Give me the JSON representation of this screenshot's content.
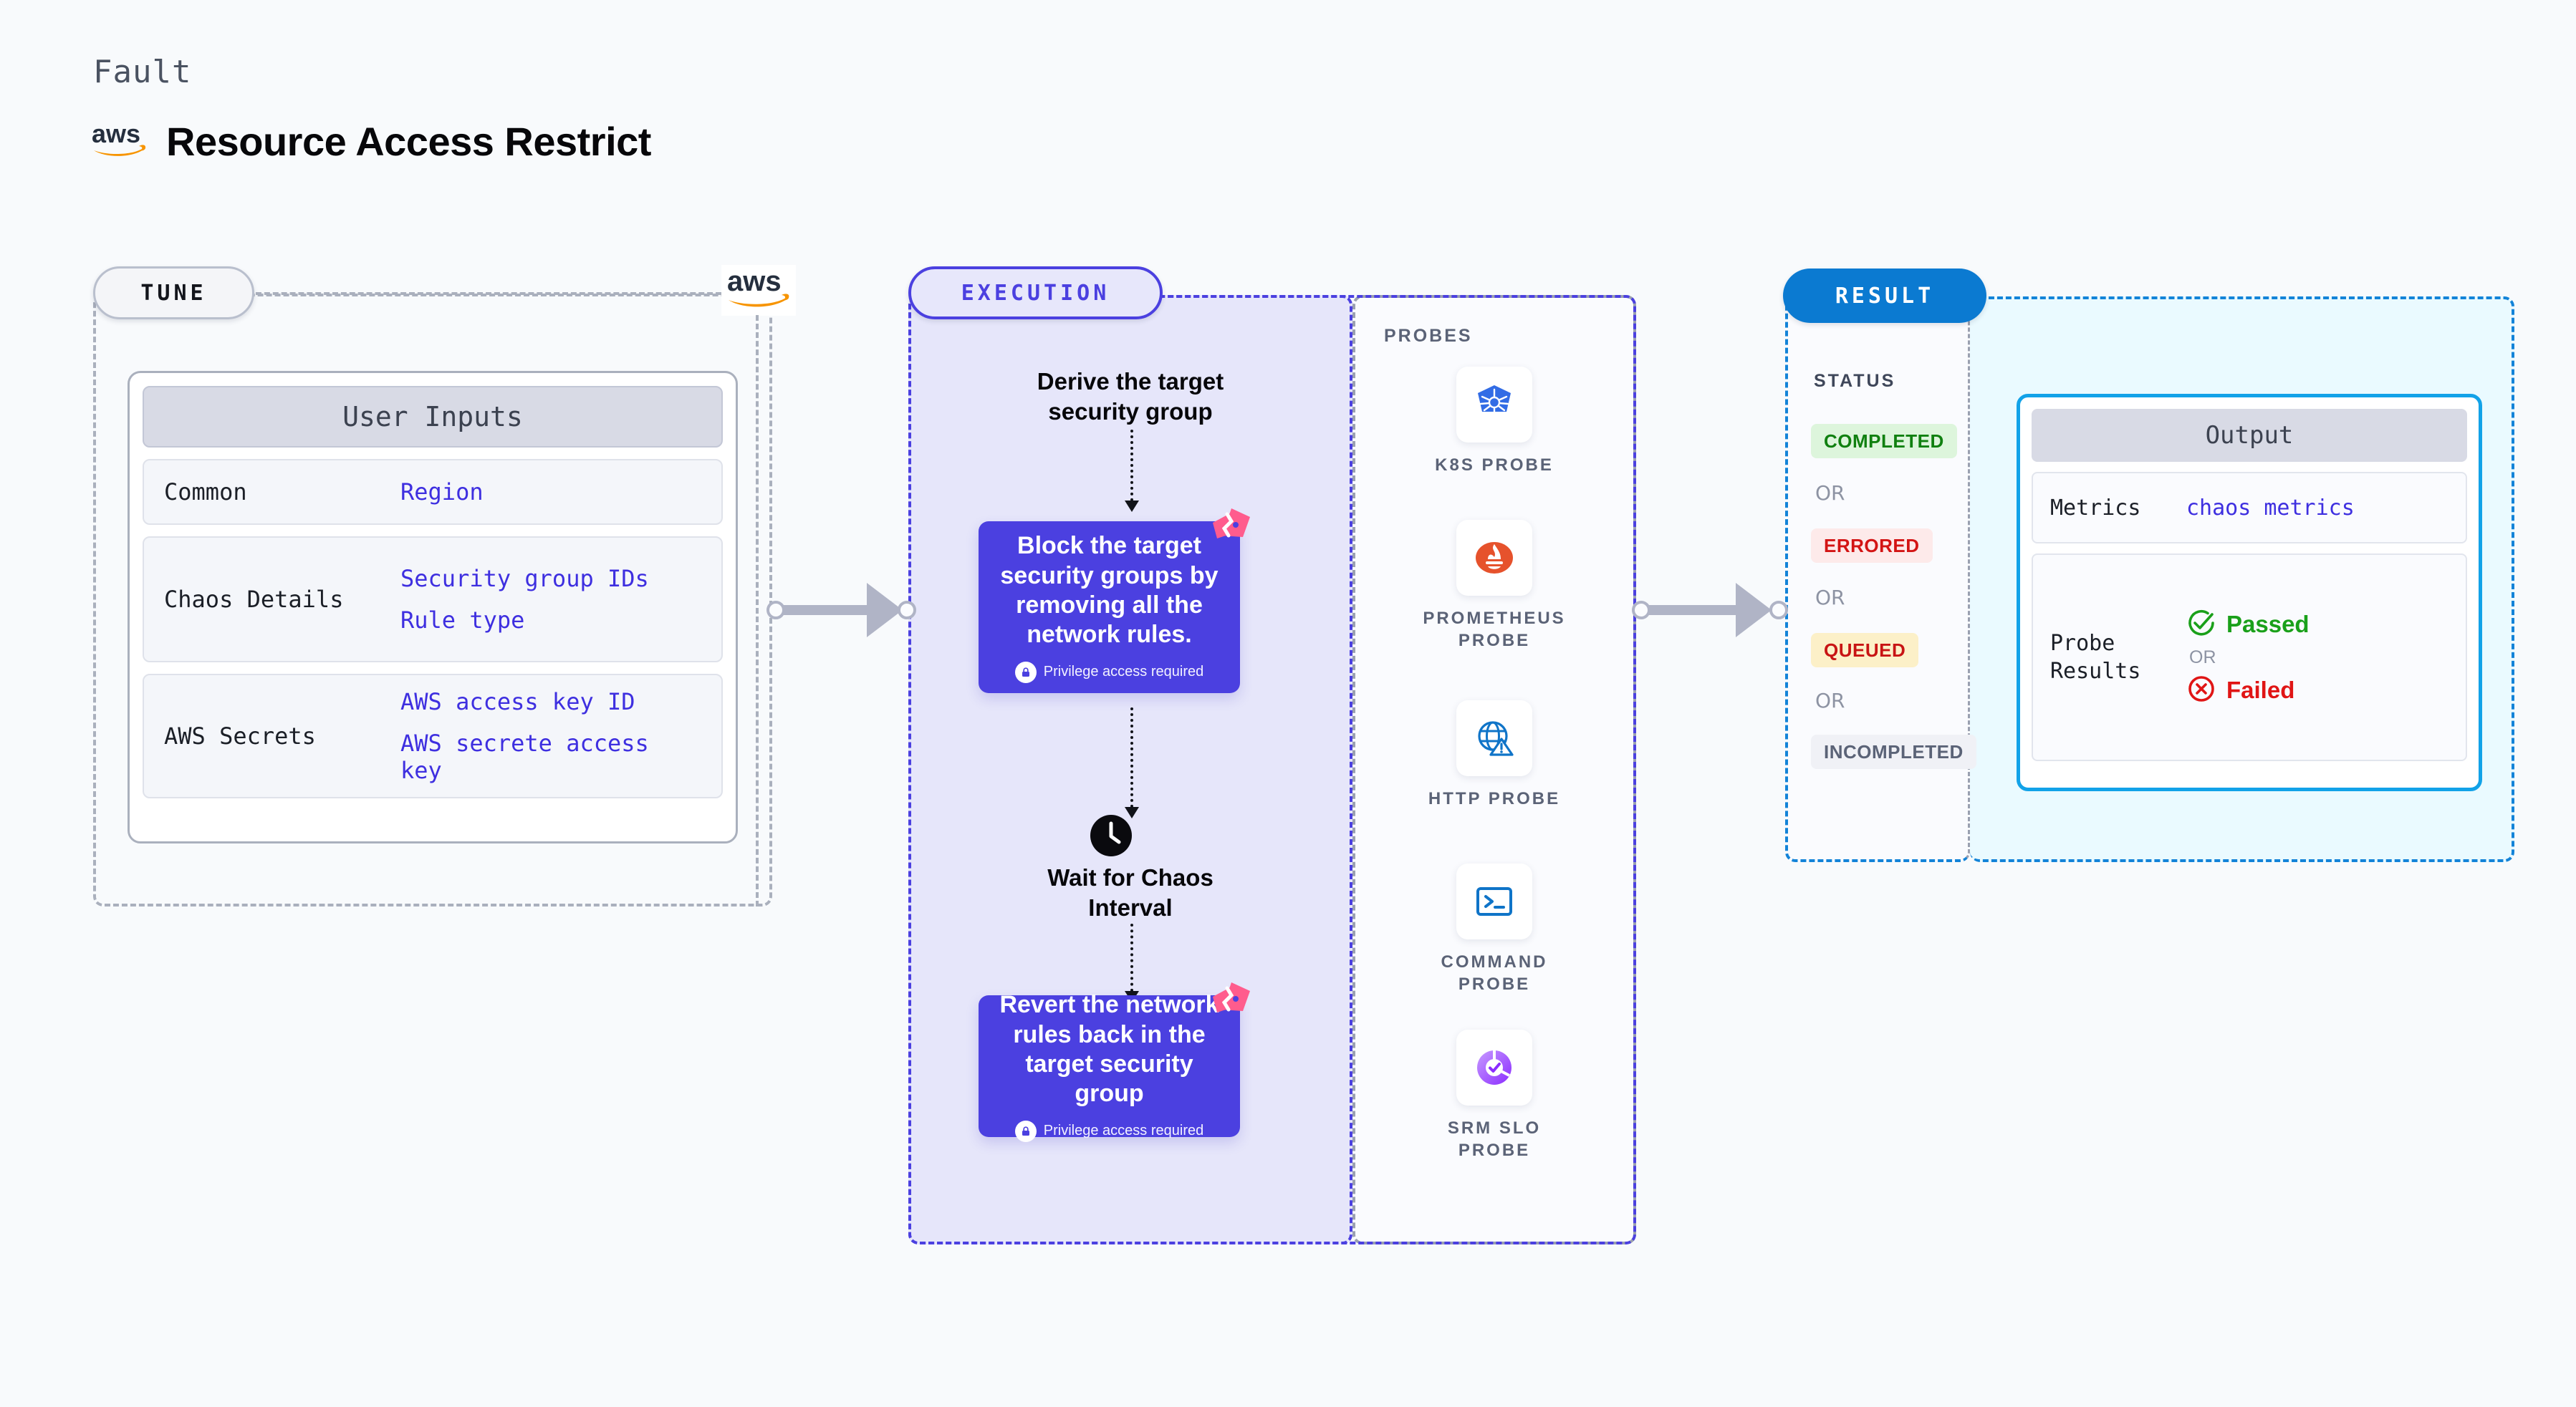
{
  "header": {
    "kicker": "Fault",
    "title": "Resource Access Restrict",
    "logo": "aws-logo"
  },
  "tune": {
    "badge": "TUNE",
    "provider_logo": "aws-logo",
    "card_title": "User Inputs",
    "rows": [
      {
        "label": "Common",
        "values": [
          "Region"
        ]
      },
      {
        "label": "Chaos Details",
        "values": [
          "Security group IDs",
          "Rule type"
        ]
      },
      {
        "label": "AWS Secrets",
        "values": [
          "AWS access key ID",
          "AWS secrete access key"
        ]
      }
    ]
  },
  "execution": {
    "badge": "EXECUTION",
    "step1_text": "Derive the target\nsecurity group",
    "card1": {
      "title": "Block the target security groups by removing all the network rules.",
      "privilege": "Privilege access required"
    },
    "wait_label": "Wait for Chaos\nInterval",
    "card2": {
      "title": "Revert the network rules back in the target security group",
      "privilege": "Privilege access required"
    }
  },
  "probes": {
    "label": "PROBES",
    "items": [
      {
        "name": "K8S  PROBE",
        "icon": "kubernetes-icon"
      },
      {
        "name": "PROMETHEUS\nPROBE",
        "icon": "prometheus-icon"
      },
      {
        "name": "HTTP  PROBE",
        "icon": "http-globe-icon"
      },
      {
        "name": "COMMAND\nPROBE",
        "icon": "terminal-icon"
      },
      {
        "name": "SRM  SLO\nPROBE",
        "icon": "srm-slo-icon"
      }
    ]
  },
  "result": {
    "badge": "RESULT",
    "status_label": "STATUS",
    "or_label": "OR",
    "statuses": [
      {
        "label": "COMPLETED",
        "bg": "#ddf5dc",
        "fg": "#108010"
      },
      {
        "label": "ERRORED",
        "bg": "#fdeaea",
        "fg": "#d31414"
      },
      {
        "label": "QUEUED",
        "bg": "#fcf0c8",
        "fg": "#c81414"
      },
      {
        "label": "INCOMPLETED",
        "bg": "#f0f1f6",
        "fg": "#5b6377"
      }
    ],
    "output": {
      "title": "Output",
      "metrics_label": "Metrics",
      "metrics_value": "chaos metrics",
      "probe_results_label": "Probe\nResults",
      "passed_label": "Passed",
      "failed_label": "Failed",
      "or_label": "OR"
    }
  },
  "colors": {
    "accent_purple": "#4b40e0",
    "accent_blue": "#0b7ad1",
    "accent_cyan": "#12a2e8",
    "harness_pink": "#ff5c8d",
    "aws_orange": "#f79400",
    "page_bg": "#f8fafc"
  }
}
